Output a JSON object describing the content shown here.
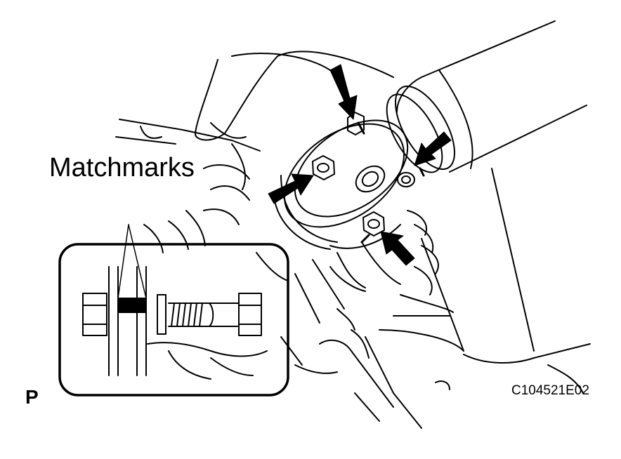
{
  "labels": {
    "matchmarks": "Matchmarks",
    "figure_code": "C104521E02",
    "view_letter": "P"
  },
  "colors": {
    "line": "#000000",
    "background": "#ffffff"
  },
  "icons": {
    "arrow": "arrow-icon",
    "bolt": "bolt-icon",
    "nut": "nut-icon"
  }
}
